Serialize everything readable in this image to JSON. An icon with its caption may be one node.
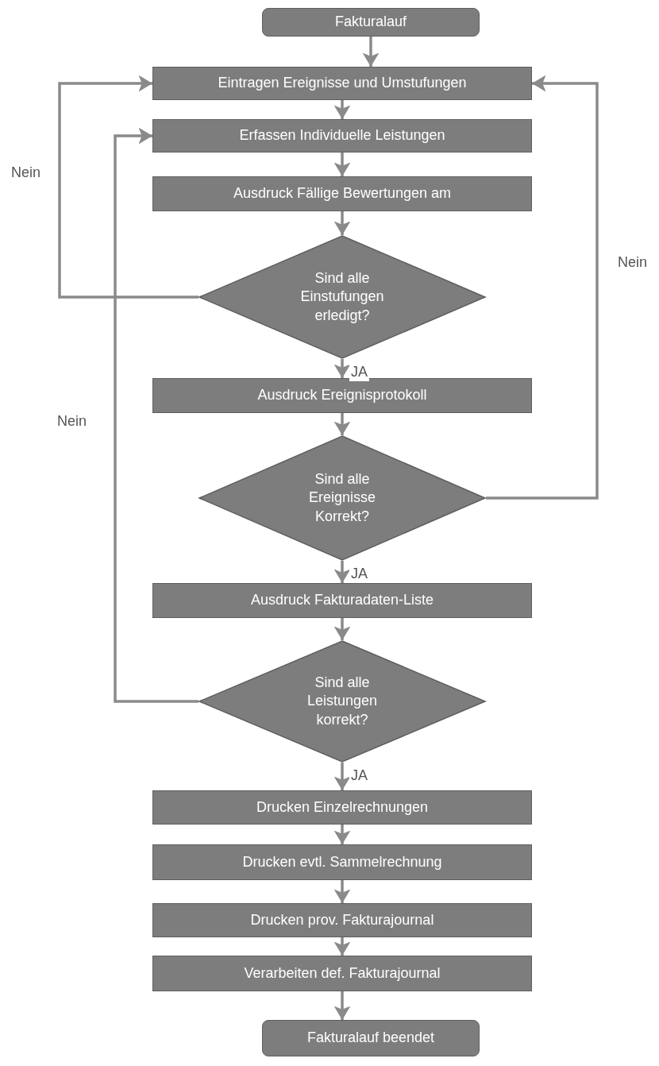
{
  "diagram": {
    "nodes": [
      {
        "text": [
          "Fakturalauf"
        ]
      },
      {
        "text": [
          "Eintragen Ereignisse und Umstufungen"
        ]
      },
      {
        "text": [
          "Erfassen Individuelle Leistungen"
        ]
      },
      {
        "text": [
          "Ausdruck Fällige Bewertungen am"
        ]
      },
      {
        "text": [
          "Sind alle Einstufungen erledigt?"
        ]
      },
      {
        "text": [
          "Ausdruck Ereignisprotokoll"
        ]
      },
      {
        "text": [
          "Sind alle Ereignisse Korrekt?"
        ]
      },
      {
        "text": [
          "Ausdruck Fakturadaten-Liste"
        ]
      },
      {
        "text": [
          "Sind alle Leistungen korrekt?"
        ]
      },
      {
        "text": [
          "Drucken Einzelrechnungen"
        ]
      },
      {
        "text": [
          "Drucken evtl. Sammelrechnung"
        ]
      },
      {
        "text": [
          "Drucken prov. Fakturajournal"
        ]
      },
      {
        "text": [
          "Verarbeiten def. Fakturajournal"
        ]
      },
      {
        "text": [
          "Fakturalauf beendet"
        ]
      }
    ],
    "edges": [
      {
        "from": 0,
        "to": 1,
        "arrow": "to"
      },
      {
        "from": 1,
        "to": 2,
        "arrow": "to"
      },
      {
        "from": 2,
        "to": 3,
        "arrow": "to"
      },
      {
        "from": 3,
        "to": 4,
        "arrow": "to"
      },
      {
        "from": 4,
        "to": 5,
        "arrow": "to",
        "label": "JA"
      },
      {
        "from": 5,
        "to": 6,
        "arrow": "to"
      },
      {
        "from": 6,
        "to": 7,
        "arrow": "to",
        "label": "JA"
      },
      {
        "from": 7,
        "to": 8,
        "arrow": "to"
      },
      {
        "from": 8,
        "to": 9,
        "arrow": "to",
        "label": "JA"
      },
      {
        "from": 9,
        "to": 10,
        "arrow": "to"
      },
      {
        "from": 10,
        "to": 11,
        "arrow": "to"
      },
      {
        "from": 11,
        "to": 12,
        "arrow": "to"
      },
      {
        "from": 12,
        "to": 13,
        "arrow": "to"
      },
      {
        "from": 4,
        "to": 1,
        "arrow": "to",
        "label": "Nein"
      },
      {
        "from": 6,
        "to": 1,
        "arrow": "to",
        "label": "Nein"
      },
      {
        "from": 8,
        "to": 2,
        "arrow": "to",
        "label": "Nein"
      }
    ]
  }
}
